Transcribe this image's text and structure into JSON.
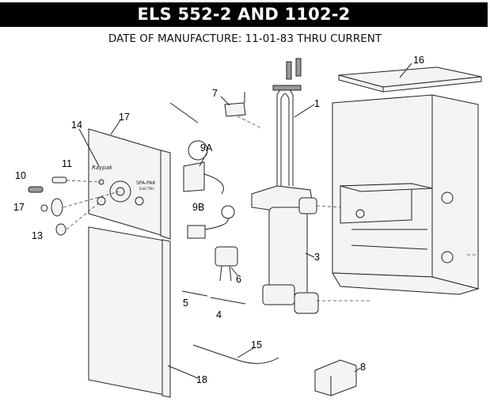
{
  "header": {
    "title": "ELS 552-2 AND 1102-2",
    "subtitle": "DATE OF MANUFACTURE: 11-01-83 THRU CURRENT"
  },
  "panel_logo": {
    "brand": "Raypak",
    "model": "SPA-PAK",
    "model_sub": "ELECTRIC"
  },
  "callouts": {
    "c16": "16",
    "c1": "1",
    "c7": "7",
    "c17a": "17",
    "c14": "14",
    "c9a": "9A",
    "c11": "11",
    "c10": "10",
    "c17b": "17",
    "c13": "13",
    "c9b": "9B",
    "c3": "3",
    "c6": "6",
    "c5": "5",
    "c4": "4",
    "c15": "15",
    "c8": "8",
    "c18": "18"
  }
}
